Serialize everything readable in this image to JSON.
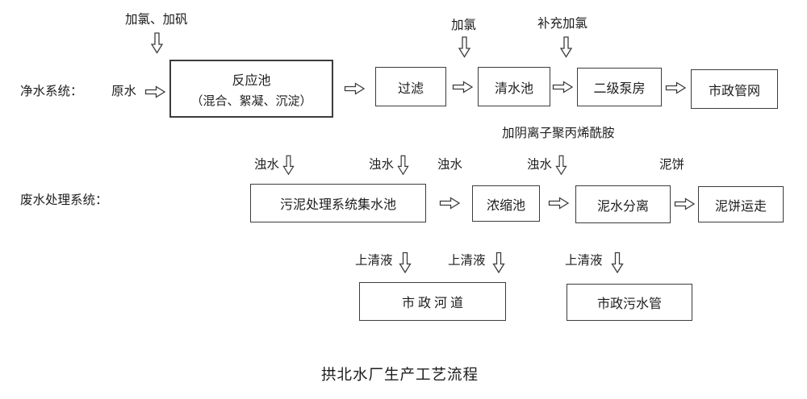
{
  "diagram": {
    "caption": "拱北水厂生产工艺流程",
    "colors": {
      "ink": "#1c1c1c",
      "border": "#3c3c3c",
      "background": "#ffffff"
    },
    "purification_row": {
      "row_label": "净水系统：",
      "input_label": "原水",
      "dosing_chlorine_alum": "加氯、加矾",
      "dosing_chlorine": "加氯",
      "dosing_supplement_chlorine": "补充加氯",
      "reaction_box_line1": "反应池",
      "reaction_box_line2": "（混合、絮凝、沉淀）",
      "filter_box": "过滤",
      "clear_water_box": "清水池",
      "pump_box": "二级泵房",
      "network_box": "市政管网"
    },
    "wastewater_row": {
      "row_label": "废水处理系统：",
      "pam_label": "加阴离子聚丙烯酰胺",
      "turbid_label": "浊水",
      "cake_label": "泥饼",
      "supernatant_label": "上清液",
      "collection_box": "污泥处理系统集水池",
      "thickening_box": "浓缩池",
      "separation_box": "泥水分离",
      "cake_removal_box": "泥饼运走",
      "river_box": "市 政 河 道",
      "sewage_box": "市政污水管"
    }
  }
}
